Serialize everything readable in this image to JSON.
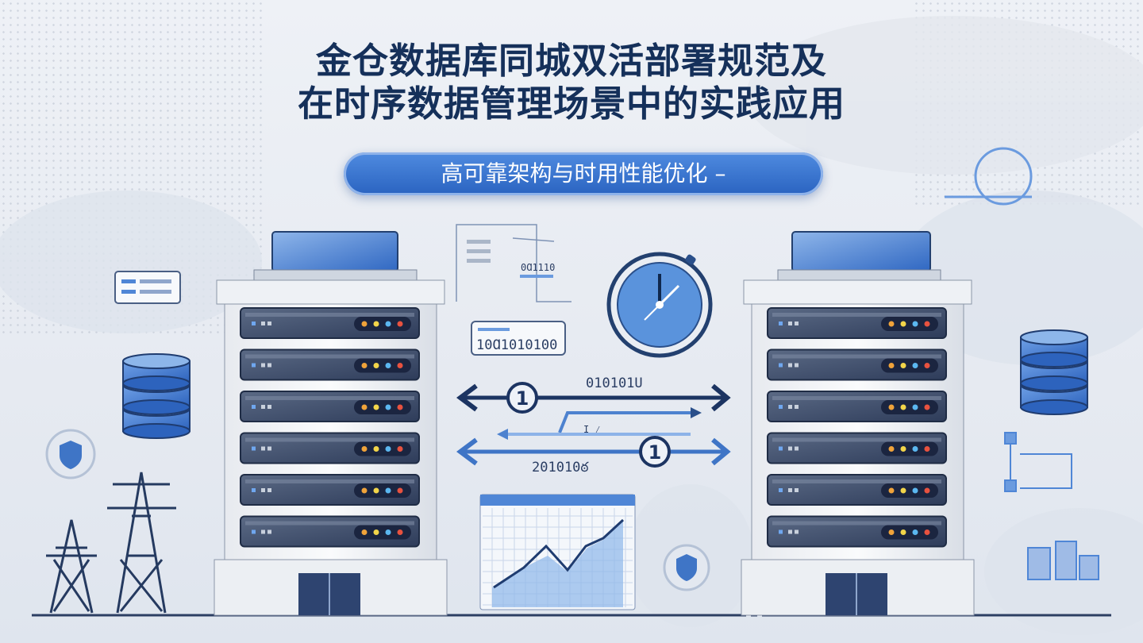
{
  "title": {
    "line1": "金仓数据库同城双活部署规范及",
    "line2": "在时序数据管理场景中的实践应用"
  },
  "subtitle": "高可靠架构与时用性能优化 –",
  "diagram": {
    "binary_box": "10Ɑ1010100",
    "binary_small": "0Ɑ1110",
    "arrow_top_label": "010101U",
    "arrow_bottom_label": "201010ఠ",
    "badge_top": "1",
    "badge_bottom": "1",
    "mid_arrow_label": "I ⁄"
  },
  "colors": {
    "title": "#15305a",
    "accent": "#2a63c0",
    "server_dark": "#2d3f63",
    "light": "#eef1f6"
  }
}
